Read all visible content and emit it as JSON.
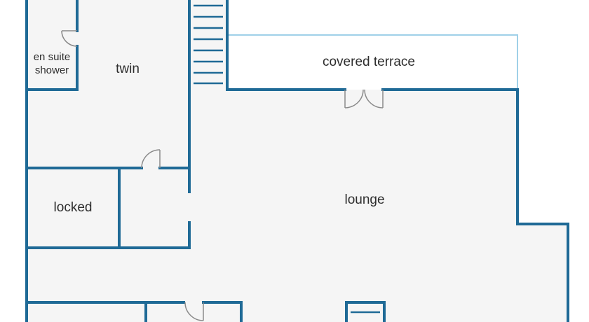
{
  "floorplan": {
    "rooms": {
      "en_suite": {
        "line1": "en suite",
        "line2": "shower"
      },
      "twin": {
        "label": "twin"
      },
      "covered_terrace": {
        "label": "covered terrace"
      },
      "locked": {
        "label": "locked"
      },
      "lounge": {
        "label": "lounge"
      }
    },
    "colors": {
      "wall": "#1f6a96",
      "terrace_outline": "#9fd0e8",
      "floor": "#f5f5f5",
      "door": "#8a8a8a",
      "text": "#2e2e2e"
    }
  }
}
